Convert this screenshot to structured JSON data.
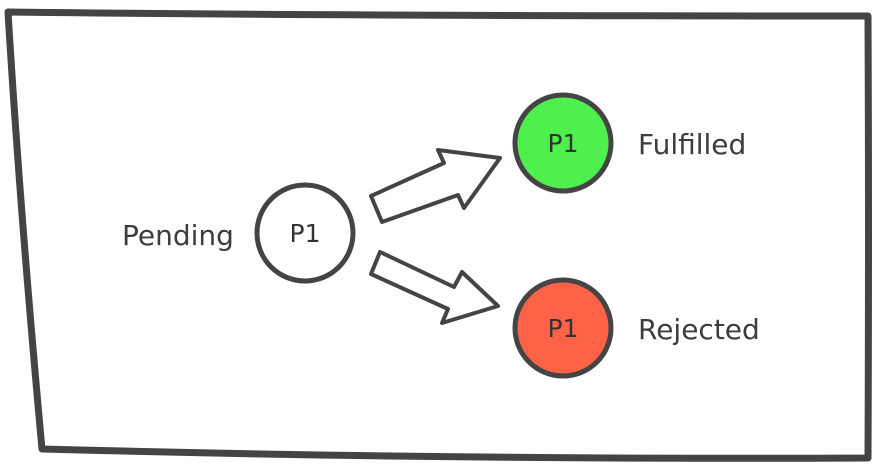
{
  "diagram": {
    "pending": {
      "state_label": "Pending",
      "node_label": "P1",
      "color": "#ffffff"
    },
    "fulfilled": {
      "state_label": "Fulfilled",
      "node_label": "P1",
      "color": "#4df04d"
    },
    "rejected": {
      "state_label": "Rejected",
      "node_label": "P1",
      "color": "#ff6347"
    },
    "stroke_color": "#444444"
  }
}
